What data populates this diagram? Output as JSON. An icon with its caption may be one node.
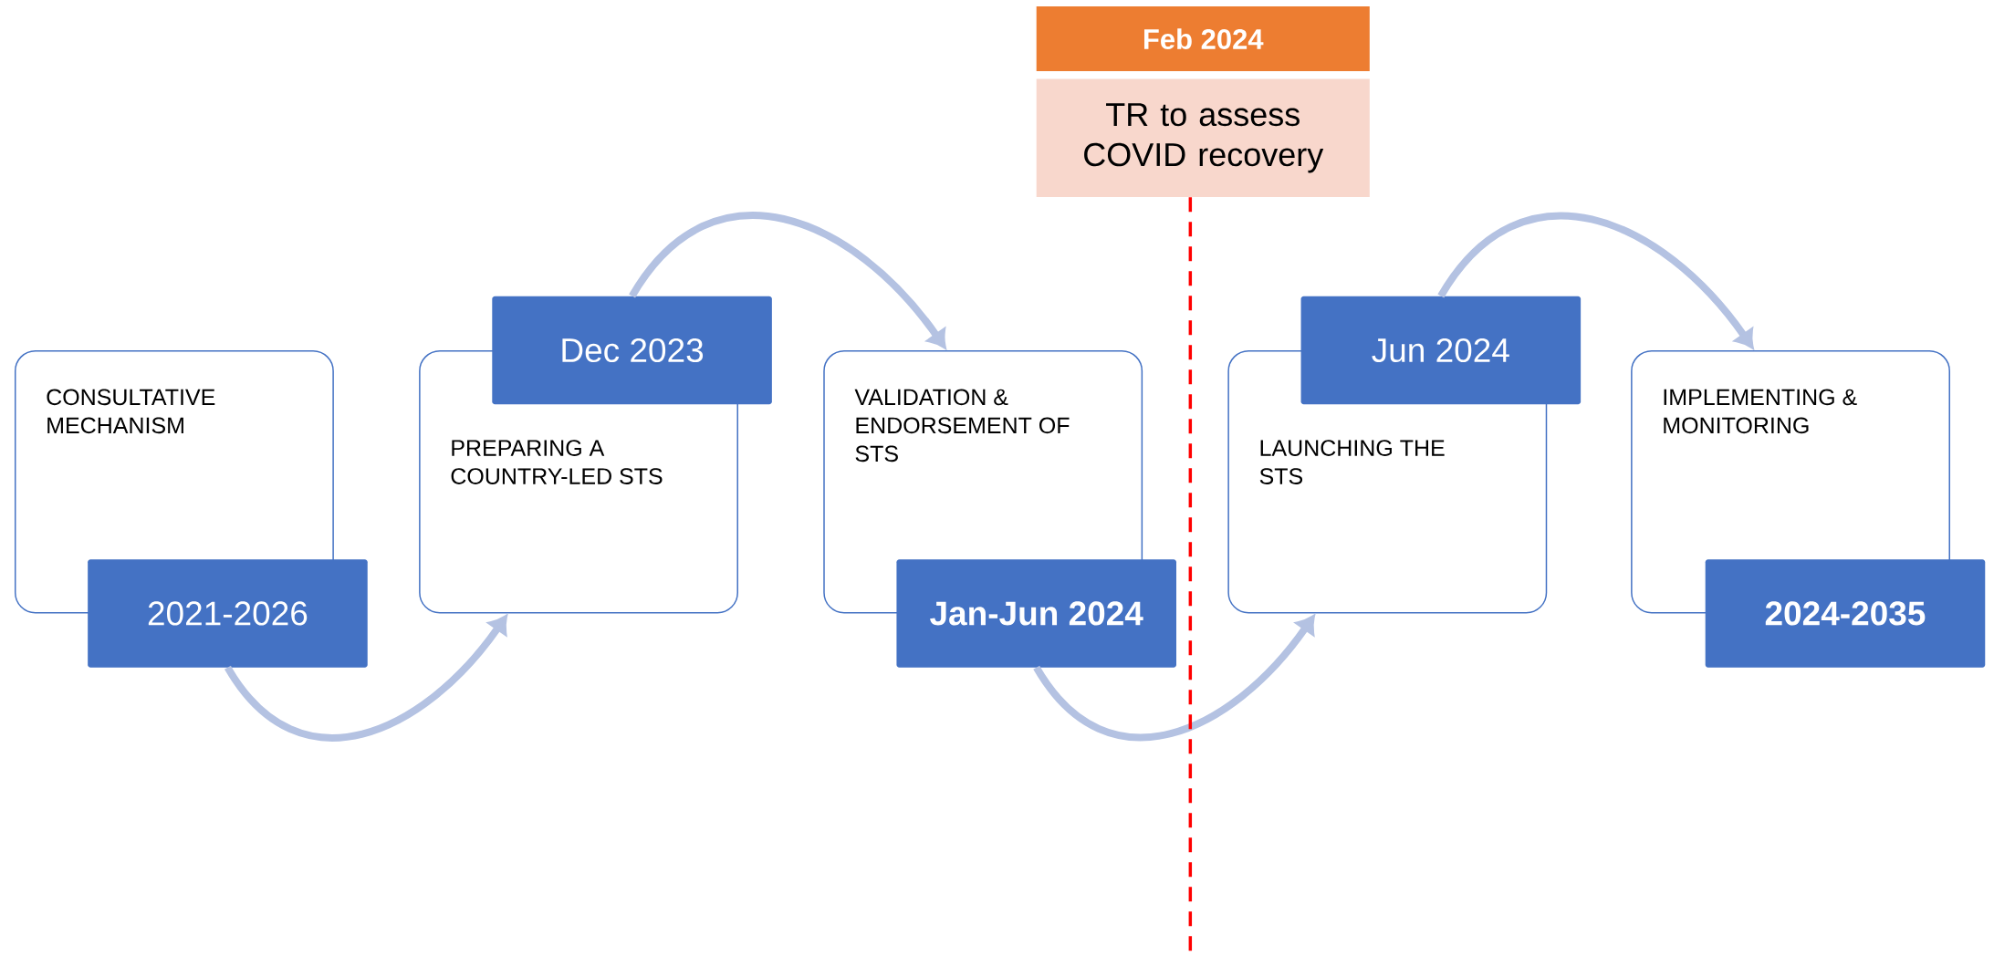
{
  "diagram": {
    "nodes": [
      {
        "text": [
          "Feb 2024"
        ]
      },
      {
        "text": [
          "TR to assess COVID recovery"
        ]
      },
      {
        "text": [
          "CONSULTATIVE MECHANISM"
        ]
      },
      {
        "text": [
          "2021-2026"
        ]
      },
      {
        "text": [
          "PREPARING A COUNTRY-LED STS"
        ]
      },
      {
        "text": [
          "Dec 2023"
        ]
      },
      {
        "text": [
          "VALIDATION & ENDORSEMENT OF STS"
        ]
      },
      {
        "text": [
          "Jan-Jun 2024"
        ]
      },
      {
        "text": [
          "LAUNCHING THE STS"
        ]
      },
      {
        "text": [
          "Jun 2024"
        ]
      },
      {
        "text": [
          "IMPLEMENTING & MONITORING"
        ]
      },
      {
        "text": [
          "2024-2035"
        ]
      }
    ],
    "edges": [
      {
        "from": 3,
        "to": 4,
        "arrow": "to"
      },
      {
        "from": 5,
        "to": 6,
        "arrow": "to"
      },
      {
        "from": 7,
        "to": 8,
        "arrow": "to"
      },
      {
        "from": 9,
        "to": 10,
        "arrow": "to"
      },
      {
        "from": 1,
        "to": null,
        "arrow": "none",
        "style": "dashed",
        "color": "#ff0000"
      }
    ]
  }
}
